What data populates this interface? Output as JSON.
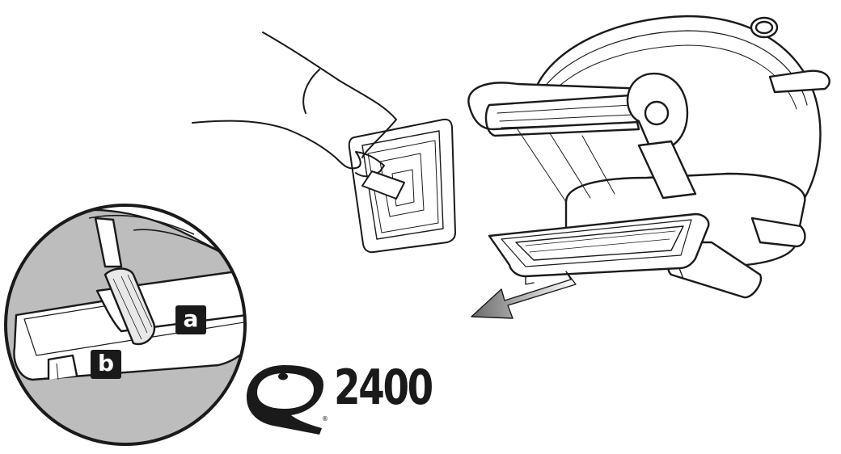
{
  "callouts": {
    "a": "a",
    "b": "b"
  },
  "logo": {
    "model_number": "2400",
    "registered_mark": "®"
  },
  "colors": {
    "ink": "#1a1a1a",
    "zoom_background": "#bdbdbd",
    "background": "#ffffff"
  },
  "icons": {
    "logo_mark": "q-logo-icon",
    "direction": "pull-out-arrow-icon"
  }
}
